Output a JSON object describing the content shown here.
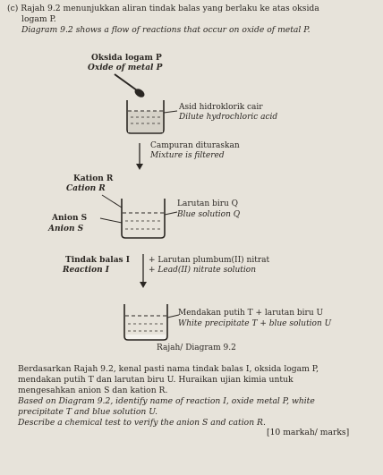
{
  "intro": {
    "line1": "(c) Rajah 9.2 menunjukkan aliran tindak balas yang berlaku ke atas oksida",
    "line2": "logam P.",
    "line3_en": "Diagram 9.2 shows a flow of reactions that occur on oxide of metal P."
  },
  "diagram": {
    "oxide_ms": "Oksida logam P",
    "oxide_en": "Oxide of metal P",
    "acid_ms": "Asid hidroklorik cair",
    "acid_en": "Dilute hydrochloric acid",
    "filter_ms": "Campuran dituraskan",
    "filter_en": "Mixture is filtered",
    "cation_ms": "Kation R",
    "cation_en": "Cation R",
    "anion_ms": "Anion S",
    "anion_en": "Anion S",
    "blue_ms": "Larutan biru Q",
    "blue_en": "Blue solution Q",
    "reaction_ms": "Tindak balas I",
    "reaction_en": "Reaction I",
    "lead_ms": "+ Larutan plumbum(II) nitrat",
    "lead_en": "+ Lead(II) nitrate solution",
    "ppt_ms": "Mendakan putih T + larutan biru U",
    "ppt_en": "White precipitate T + blue solution U",
    "caption": "Rajah/ Diagram 9.2"
  },
  "question": {
    "line1": "Berdasarkan Rajah 9.2, kenal pasti nama tindak balas I, oksida logam P,",
    "line2": "mendakan putih T dan larutan biru U. Huraikan ujian kimia untuk",
    "line3": "mengesahkan anion S dan kation R.",
    "line4_en": "Based on Diagram 9.2, identify name of reaction I, oxide metal P, white",
    "line5_en": "precipitate T and blue solution U.",
    "line6_en": "Describe a chemical test to verify the anion S and cation R.",
    "marks": "[10 markah/ marks]"
  },
  "colors": {
    "paper": "#e7e3da",
    "ink": "#2a2622"
  }
}
